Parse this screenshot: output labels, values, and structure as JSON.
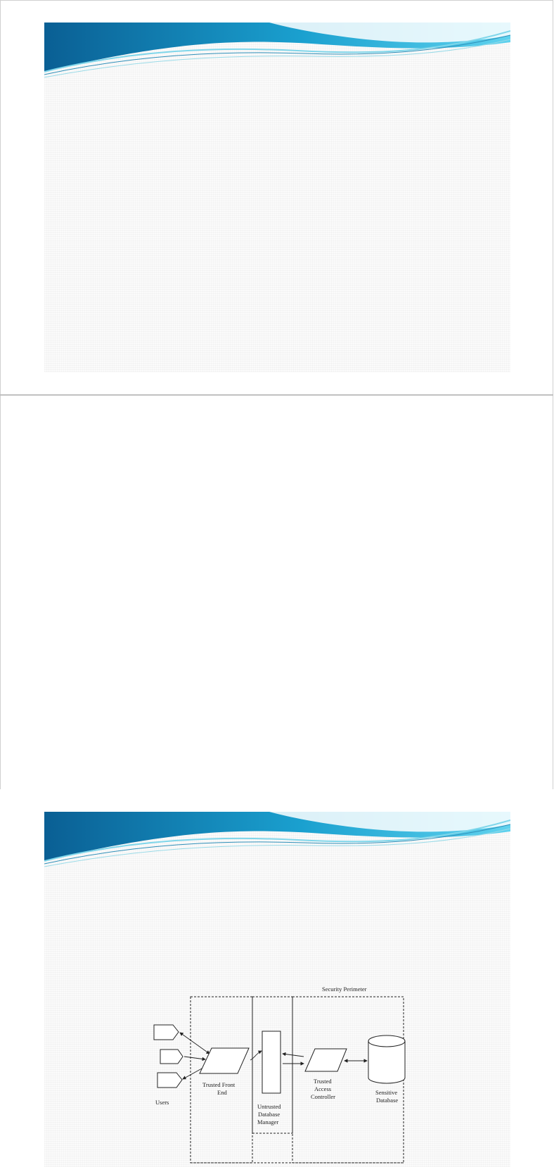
{
  "diagram": {
    "title": "Security Perimeter",
    "users_label": "Users",
    "front_end_label": [
      "Trusted Front",
      "End"
    ],
    "dbms_label": [
      "Untrusted",
      "Database",
      "Manager"
    ],
    "access_controller_label": [
      "Trusted",
      "Access",
      "Controller"
    ],
    "database_label": [
      "Sensitive",
      "Database"
    ]
  },
  "colors": {
    "banner_dark": "#0b6fa8",
    "banner_light": "#49c6e6",
    "line": "#222222"
  }
}
